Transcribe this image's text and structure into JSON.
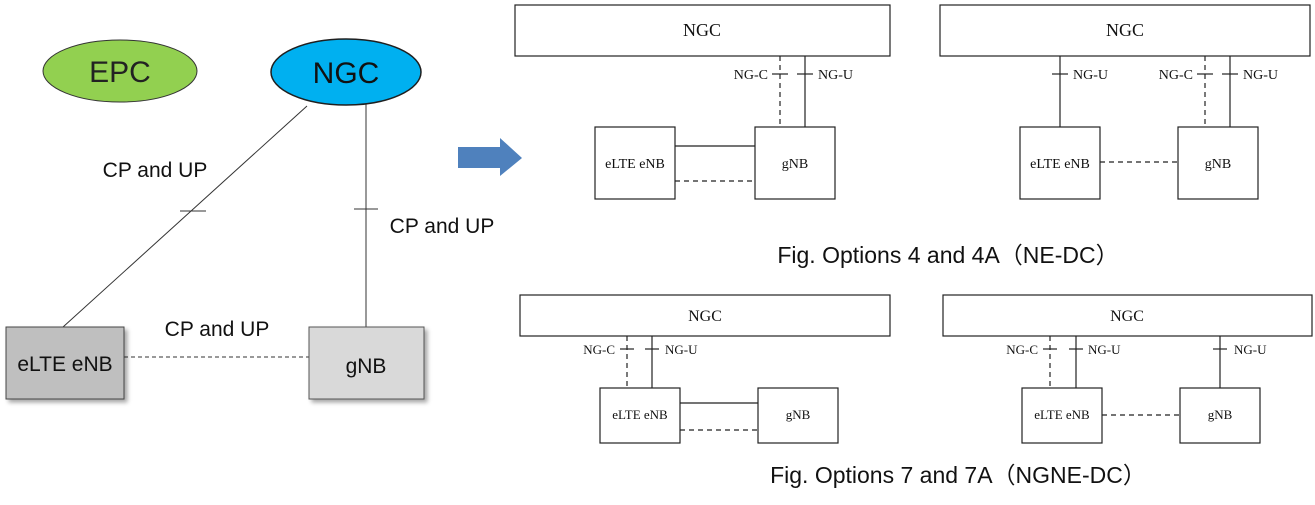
{
  "colors": {
    "epc_fill": "#92d050",
    "ngc_fill": "#00b0f0",
    "elte_fill": "#bfbfbf",
    "gnb_fill": "#d9d9d9",
    "arrow_fill": "#4f81bd"
  },
  "left": {
    "epc_label": "EPC",
    "ngc_label": "NGC",
    "elte_label": "eLTE eNB",
    "gnb_label": "gNB",
    "link_elte_ngc_label": "CP and UP",
    "link_gnb_ngc_label": "CP and UP",
    "link_elte_gnb_label": "CP and UP"
  },
  "option4": {
    "core_a": "NGC",
    "core_b": "NGC",
    "a_ngc_label": "NG-C",
    "a_ngu_label": "NG-U",
    "a_elte_label": "eLTE eNB",
    "a_gnb_label": "gNB",
    "b_ngu_left_label": "NG-U",
    "b_ngc_label": "NG-C",
    "b_ngu_right_label": "NG-U",
    "b_elte_label": "eLTE eNB",
    "b_gnb_label": "gNB",
    "caption": "Fig. Options 4 and 4A（NE-DC）"
  },
  "option7": {
    "core_a": "NGC",
    "core_b": "NGC",
    "a_ngc_label": "NG-C",
    "a_ngu_label": "NG-U",
    "a_elte_label": "eLTE eNB",
    "a_gnb_label": "gNB",
    "b_ngc_label": "NG-C",
    "b_ngu_label": "NG-U",
    "b_ngu_right_label": "NG-U",
    "b_elte_label": "eLTE eNB",
    "b_gnb_label": "gNB",
    "caption": "Fig. Options 7 and 7A（NGNE-DC）"
  }
}
